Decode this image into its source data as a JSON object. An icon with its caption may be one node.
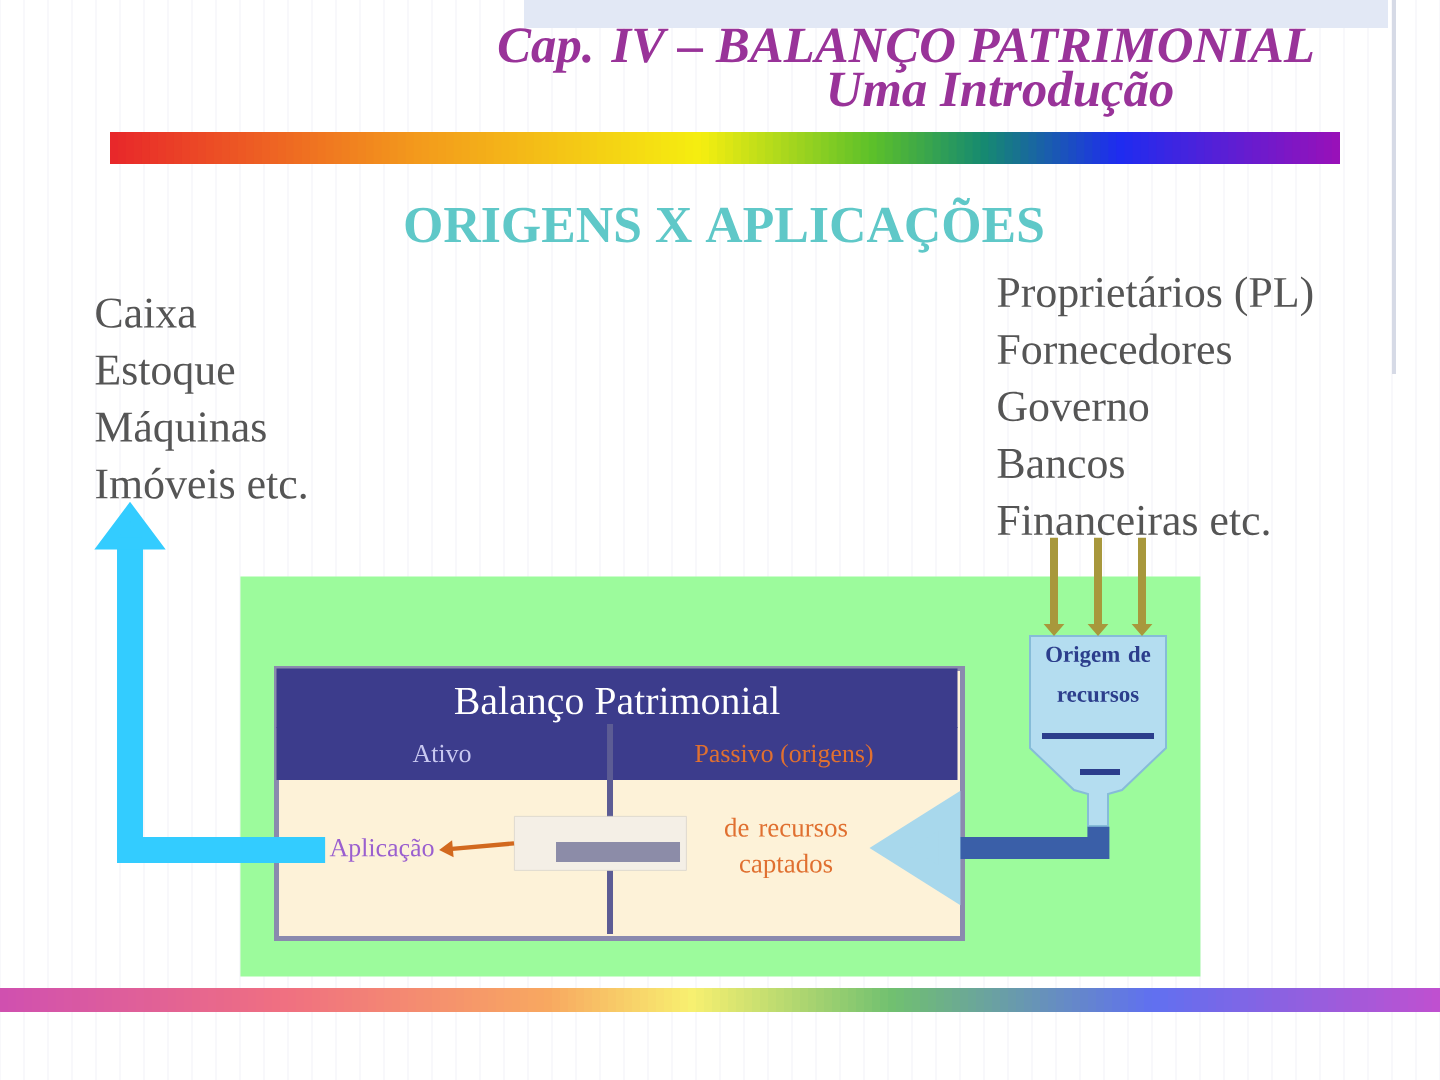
{
  "diagram": {
    "title": "Cap. IV – BALANÇO PATRIMONIAL",
    "nodes": [
      {
        "text": [
          "Caixa",
          "Estoque",
          "Máquinas",
          "Imóveis etc."
        ]
      },
      {
        "text": [
          "Proprietários (PL)",
          "Fornecedores",
          "Governo",
          "Bancos",
          "Financeiras etc."
        ]
      },
      {
        "text": [],
        "shape": "box"
      },
      {
        "text": [
          "Balanço Patrimonial",
          "Ativo",
          "Passivo (origens)"
        ],
        "in": 2
      },
      {
        "text": [
          "Aplicação"
        ],
        "in": 3
      },
      {
        "text": [],
        "shape": "box",
        "in": 3
      },
      {
        "text": [
          "de recursos captados"
        ],
        "in": 3
      },
      {
        "text": [
          "Origem de recursos"
        ],
        "in": 2
      }
    ],
    "edges": [
      {
        "from": 4,
        "to": 0,
        "arrow": "to",
        "style": "thick",
        "color": "#33ccff"
      },
      {
        "from": 5,
        "to": 4,
        "arrow": "to",
        "color": "#d2691e"
      },
      {
        "from": 7,
        "to": 6,
        "arrow": "to",
        "style": "thick",
        "color": "#3a5fa8"
      },
      {
        "from": 1,
        "to": 7,
        "arrow": "to"
      },
      {
        "from": 1,
        "to": 7,
        "arrow": "to"
      },
      {
        "from": 1,
        "to": 7,
        "arrow": "to"
      }
    ],
    "labels": [
      "Uma Introdução",
      "ORIGENS X APLICAÇÕES"
    ]
  }
}
